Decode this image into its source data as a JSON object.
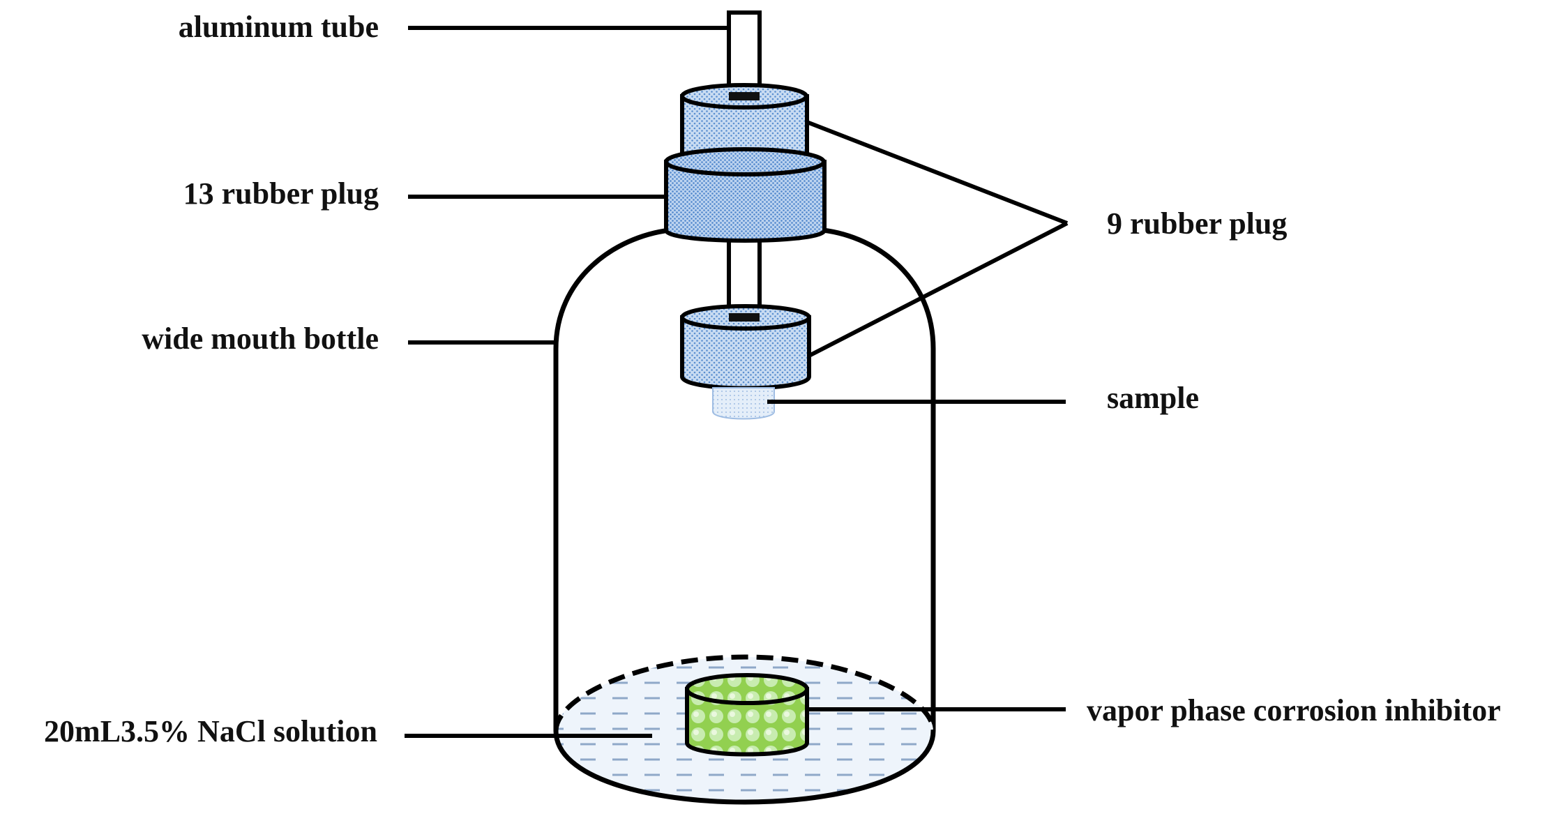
{
  "labels": {
    "aluminum_tube": "aluminum tube",
    "rubber_plug_13": "13 rubber plug",
    "wide_mouth_bottle": "wide mouth bottle",
    "nacl_solution": "20mL3.5% NaCl solution",
    "rubber_plug_9": "9 rubber plug",
    "sample": "sample",
    "inhibitor": "vapor phase corrosion inhibitor"
  },
  "colors": {
    "rubber_plug_fill": "#c9dcf2",
    "rubber_plug_dot": "#5b8fd0",
    "sample_fill": "#dde9f7",
    "inhibitor_fill": "#92d050",
    "inhibitor_bead": "#c8ecb0",
    "solution_dash": "#8fa8c8",
    "outline": "#000000"
  }
}
